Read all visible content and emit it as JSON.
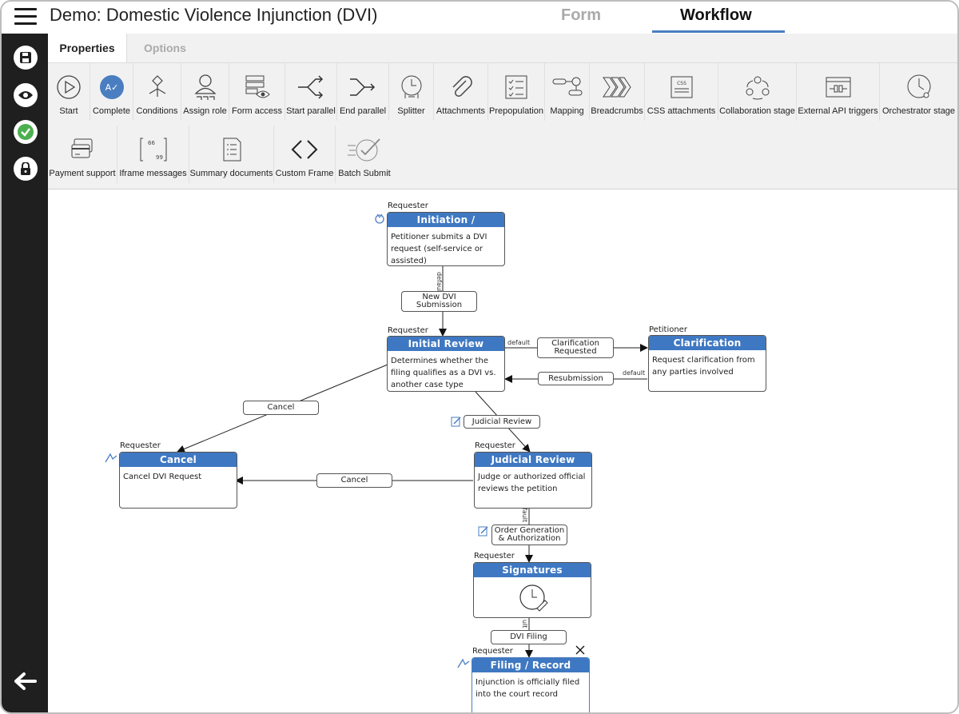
{
  "app": {
    "title": "Demo: Domestic Violence Injunction (DVI)",
    "tabs": [
      "Form",
      "Workflow"
    ],
    "active_tab": "Workflow",
    "accent": "#4a7ec0"
  },
  "rail": {
    "icons": [
      "save-icon",
      "eye-icon",
      "check-icon",
      "lock-icon",
      "back-arrow-icon"
    ]
  },
  "panel_tabs": {
    "properties": "Properties",
    "options": "Options"
  },
  "toolbar": {
    "row1": [
      "Start",
      "Complete",
      "Conditions",
      "Assign role",
      "Form access",
      "Start parallel",
      "End parallel",
      "Splitter",
      "Attachments",
      "Prepopulation",
      "Mapping",
      "Breadcrumbs",
      "CSS attachments",
      "Collaboration stage",
      "External API triggers",
      "Orchestrator stage"
    ],
    "row2": [
      "Payment support",
      "Iframe messages",
      "Summary documents",
      "Custom Frame",
      "Batch Submit"
    ],
    "css_icon_text": "CSS",
    "iframe_icon_text": [
      "66",
      "99"
    ]
  },
  "workflow": {
    "header_color": "#3f78c2",
    "nodes": {
      "initiation": {
        "role": "Requester",
        "title": "Initiation / Submission",
        "body": "Petitioner submits a DVI request (self-service or assisted)"
      },
      "initial_review": {
        "role": "Requester",
        "title": "Initial Review",
        "body": "Determines whether the filing qualifies as a DVI vs. another case type"
      },
      "clarification": {
        "role": "Petitioner",
        "title": "Clarification Requested",
        "body": "Request clarification from any parties involved"
      },
      "cancel": {
        "role": "Requester",
        "title": "Cancel",
        "body": "Cancel DVI Request"
      },
      "judicial_review": {
        "role": "Requester",
        "title": "Judicial Review",
        "body": "Judge or authorized official reviews the petition"
      },
      "signatures": {
        "role": "Requester",
        "title": "Signatures",
        "body": ""
      },
      "filing": {
        "role": "Requester",
        "title": "Filing / Record Finalization",
        "body": "Injunction is officially filed into the court record"
      }
    },
    "edges": {
      "new_dvi": "New DVI Submission",
      "clarification_requested": "Clarification Requested",
      "resubmission": "Resubmission",
      "cancel1": "Cancel",
      "judicial_review": "Judicial Review",
      "cancel2": "Cancel",
      "order_generation": "Order Generation & Authorization",
      "dvi_filing": "DVI Filing"
    },
    "edge_tags": {
      "default1": "default",
      "default2": "default",
      "default3": "default",
      "fault1": "fault",
      "fault2": "ult"
    }
  }
}
